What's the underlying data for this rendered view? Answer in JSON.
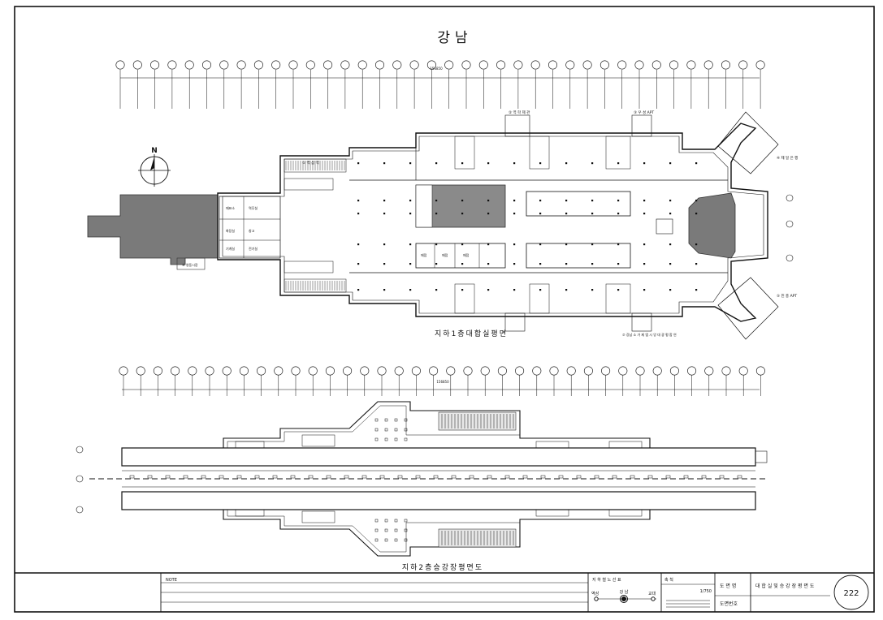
{
  "title": "강남",
  "north_label": "N",
  "plan_b1_title": "지하1층대합실평면",
  "plan_b2_title": "지하2층승강장평면도",
  "total_dim_top": "156850",
  "total_dim_bottom": "156850",
  "exit_labels": [
    "① 역 삼 역",
    "② 역 학 제 관",
    "③ 우 성 APT",
    "④ 제 일 은 행",
    "⑤ 진 흥 APT",
    "⑥ 영동시장",
    "⑦ 강남 소 가 제 엠 시 앙 대 광 평 합 연"
  ],
  "rooms_b1": [
    "매표소",
    "역무실",
    "화장실",
    "창고",
    "기계실",
    "전기실",
    "매점",
    "매점",
    "매점"
  ],
  "title_block": {
    "note_label": "NOTE",
    "legend_label": "지 하 철 노 선 표",
    "stations": [
      "역삼",
      "강 남",
      "교대"
    ],
    "scale_label": "축 척",
    "scale_value": "1/750",
    "drawing_name_label": "도 면 명",
    "drawing_name": "대 합 실 및 승 강 장 평 면 도",
    "drawing_no_label": "도면번호",
    "sheet_number": "222"
  }
}
